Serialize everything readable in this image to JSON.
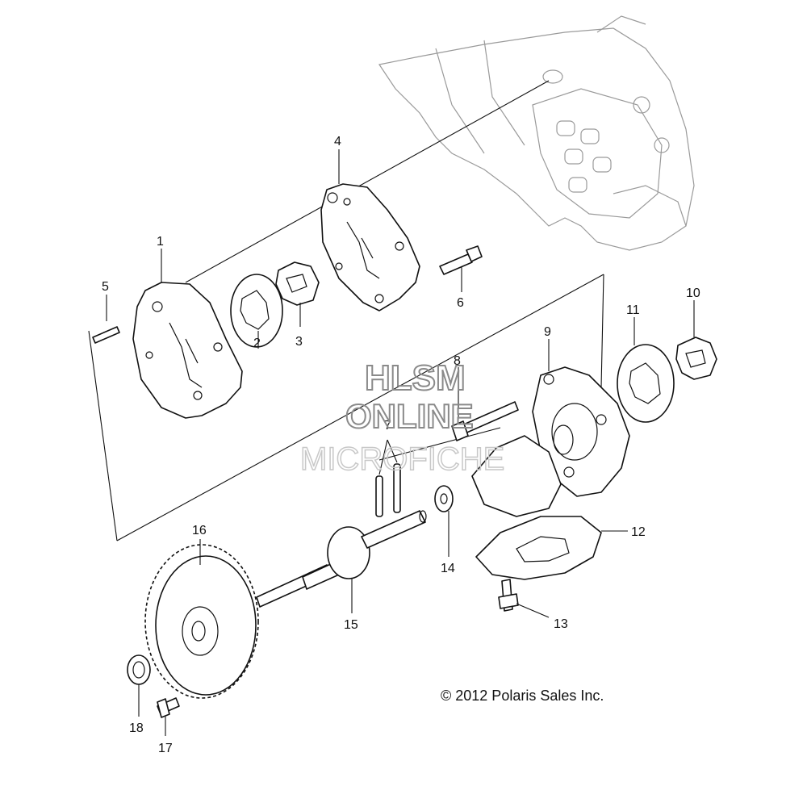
{
  "diagram": {
    "callouts": [
      {
        "id": "1",
        "label": "1"
      },
      {
        "id": "2",
        "label": "2"
      },
      {
        "id": "3",
        "label": "3"
      },
      {
        "id": "4",
        "label": "4"
      },
      {
        "id": "5",
        "label": "5"
      },
      {
        "id": "6",
        "label": "6"
      },
      {
        "id": "7",
        "label": "7"
      },
      {
        "id": "8",
        "label": "8"
      },
      {
        "id": "9",
        "label": "9"
      },
      {
        "id": "10",
        "label": "10"
      },
      {
        "id": "11",
        "label": "11"
      },
      {
        "id": "12",
        "label": "12"
      },
      {
        "id": "13",
        "label": "13"
      },
      {
        "id": "14",
        "label": "14"
      },
      {
        "id": "15",
        "label": "15"
      },
      {
        "id": "16",
        "label": "16"
      },
      {
        "id": "17",
        "label": "17"
      },
      {
        "id": "18",
        "label": "18"
      }
    ],
    "copyright": "© 2012 Polaris Sales Inc.",
    "watermark": {
      "line1": "HLSM",
      "line2": "ONLINE",
      "line3": "MICROFICHE"
    }
  }
}
